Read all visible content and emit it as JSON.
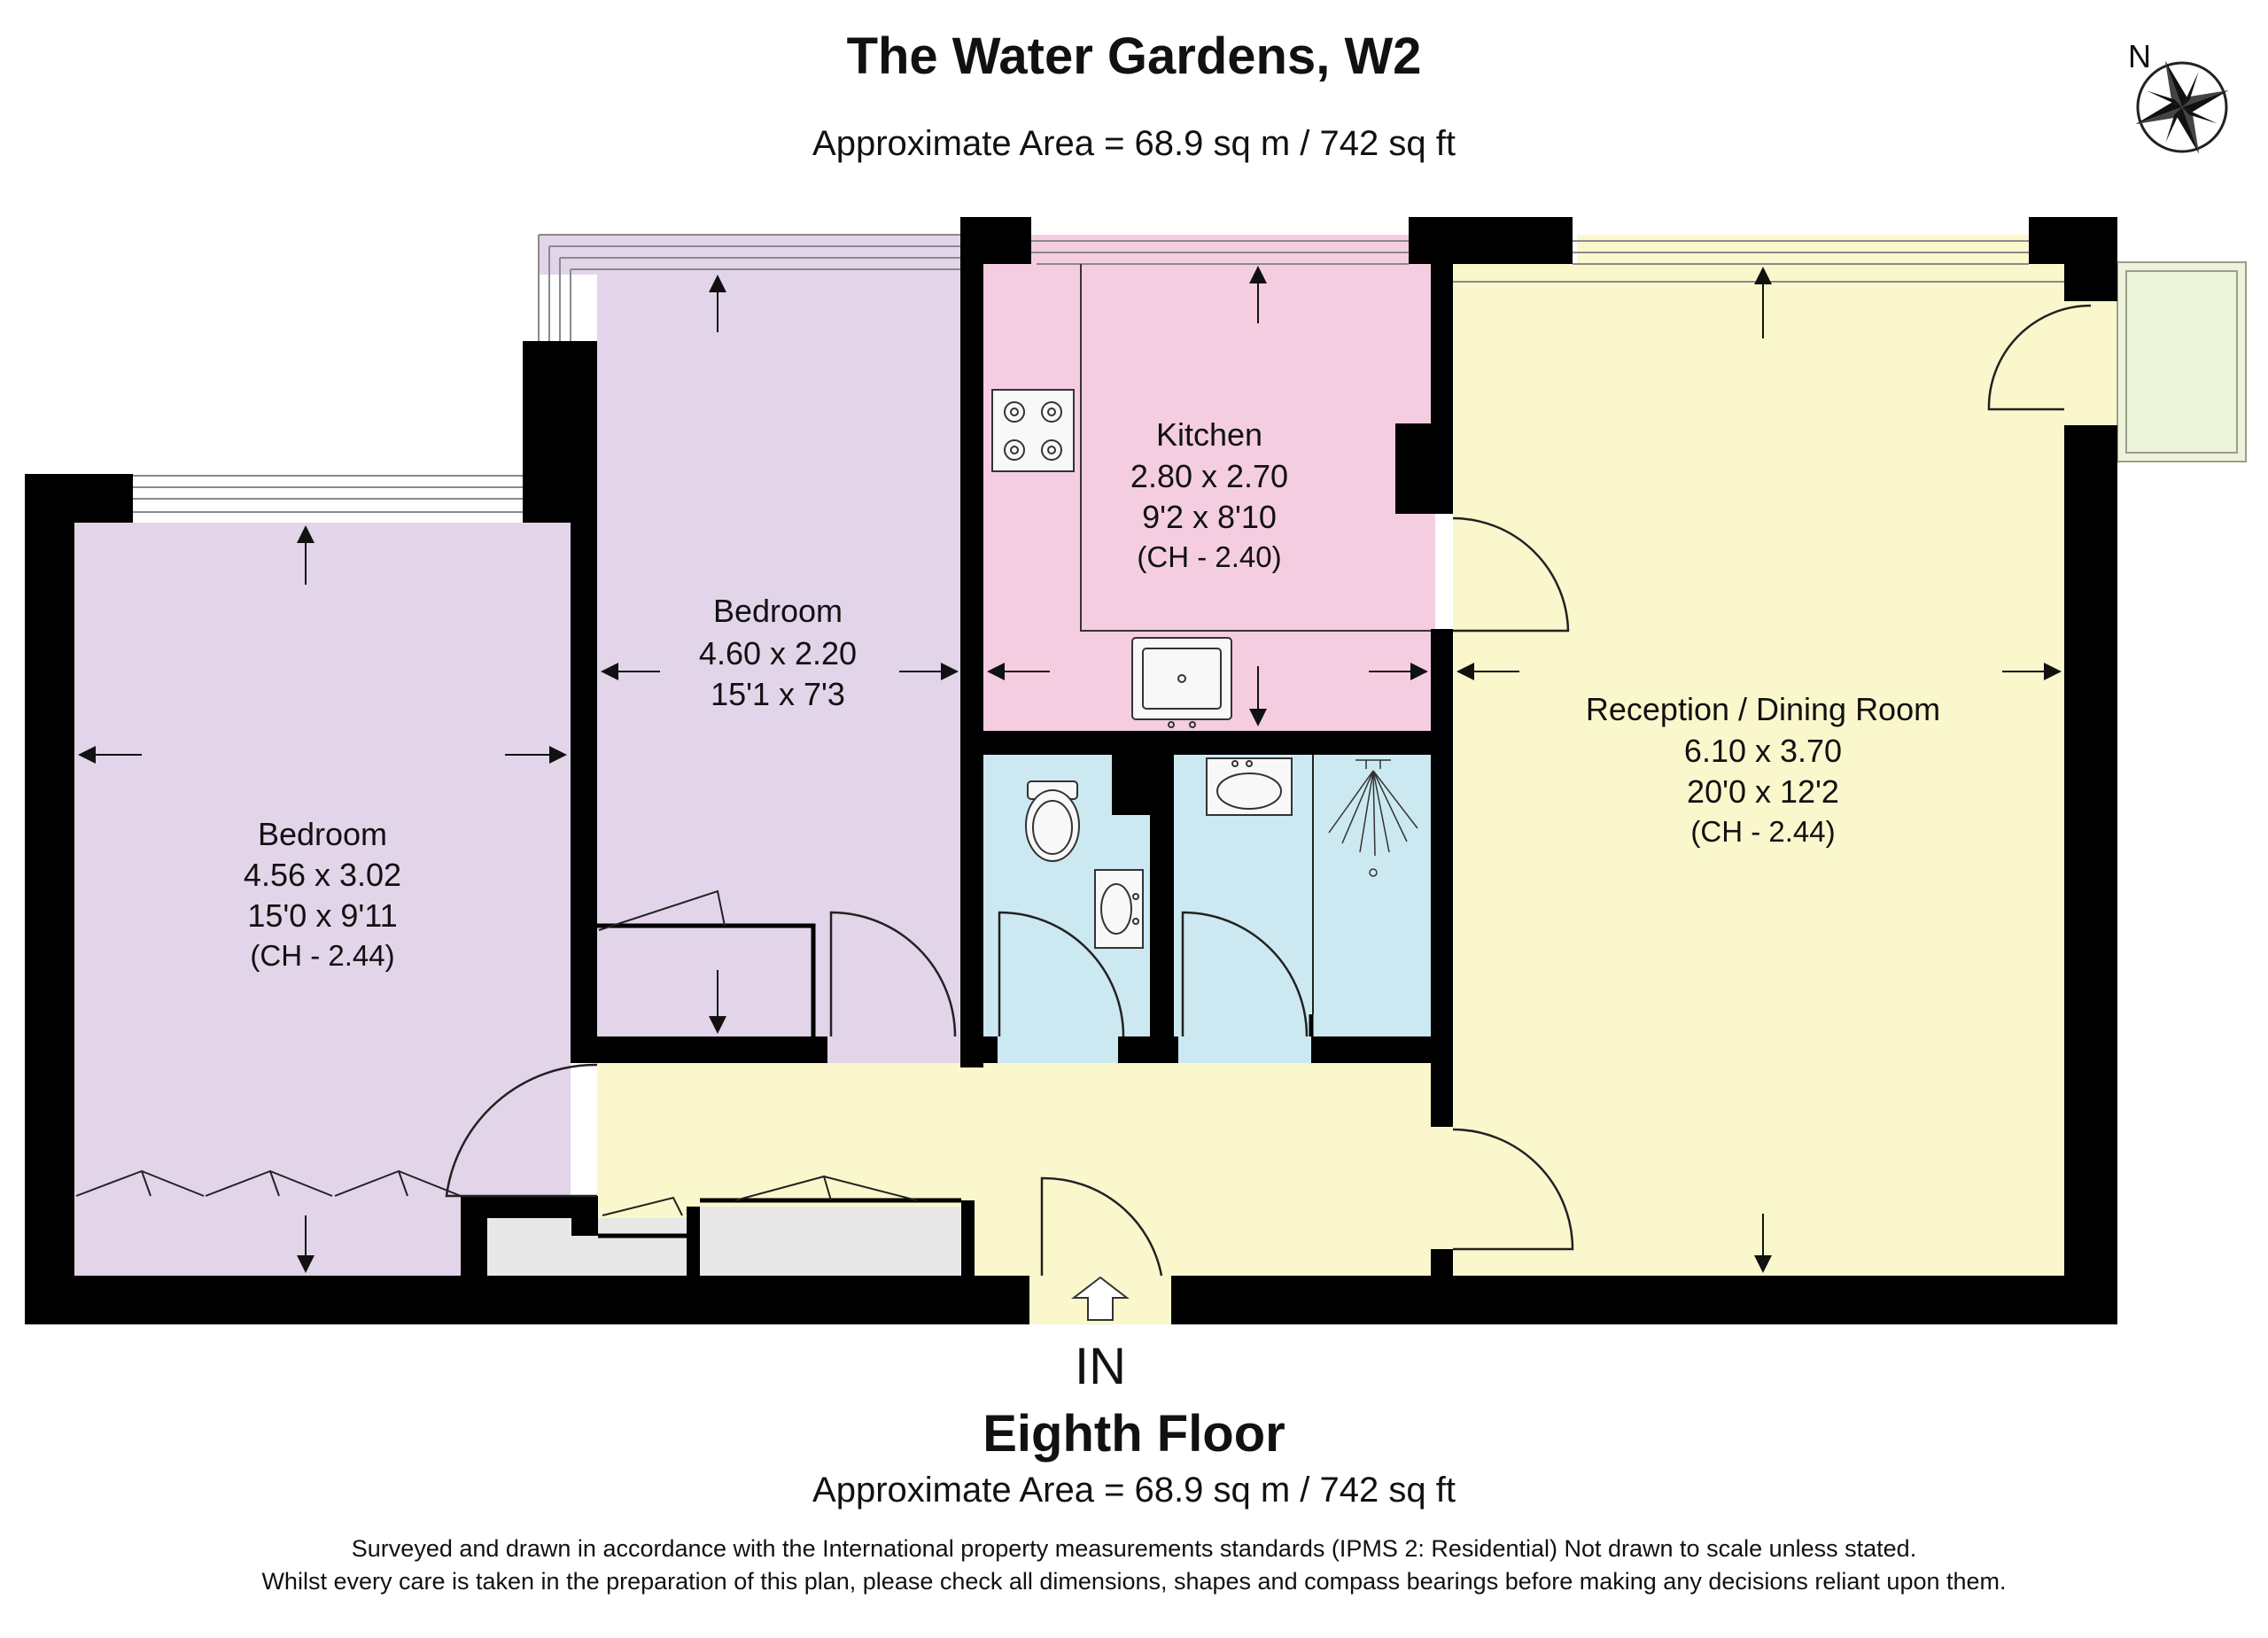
{
  "title": "The Water Gardens, W2",
  "subtitle": "Approximate Area = 68.9 sq m / 742 sq ft",
  "compass": {
    "label": "N",
    "icon": "compass-rose-icon"
  },
  "rooms": {
    "bedroom_1": {
      "name": "Bedroom",
      "metric": "4.56 x 3.02",
      "imperial": "15'0 x 9'11",
      "ceiling": "(CH - 2.44)"
    },
    "bedroom_2": {
      "name": "Bedroom",
      "metric": "4.60 x 2.20",
      "imperial": "15'1 x 7'3"
    },
    "kitchen": {
      "name": "Kitchen",
      "metric": "2.80 x 2.70",
      "imperial": "9'2 x 8'10",
      "ceiling": "(CH - 2.40)"
    },
    "reception": {
      "name": "Reception / Dining Room",
      "metric": "6.10 x 3.70",
      "imperial": "20'0 x 12'2",
      "ceiling": "(CH - 2.44)"
    }
  },
  "entrance": "IN",
  "floor": {
    "name": "Eighth Floor",
    "area": "Approximate Area = 68.9 sq m / 742 sq ft"
  },
  "disclaimer": [
    "Surveyed and drawn in accordance with the International property measurements standards (IPMS 2: Residential) Not drawn to scale unless stated.",
    "Whilst every care is taken in the preparation of this plan, please check all dimensions, shapes and compass bearings before making any decisions reliant upon them."
  ],
  "colors": {
    "wall": "#000000",
    "bedroom": "#e2d5ea",
    "kitchen": "#f5cde0",
    "bathroom": "#cce9f1",
    "reception": "#fbf7cc",
    "cupboard": "#e8e8e8",
    "balcony": "#eef3dc"
  }
}
